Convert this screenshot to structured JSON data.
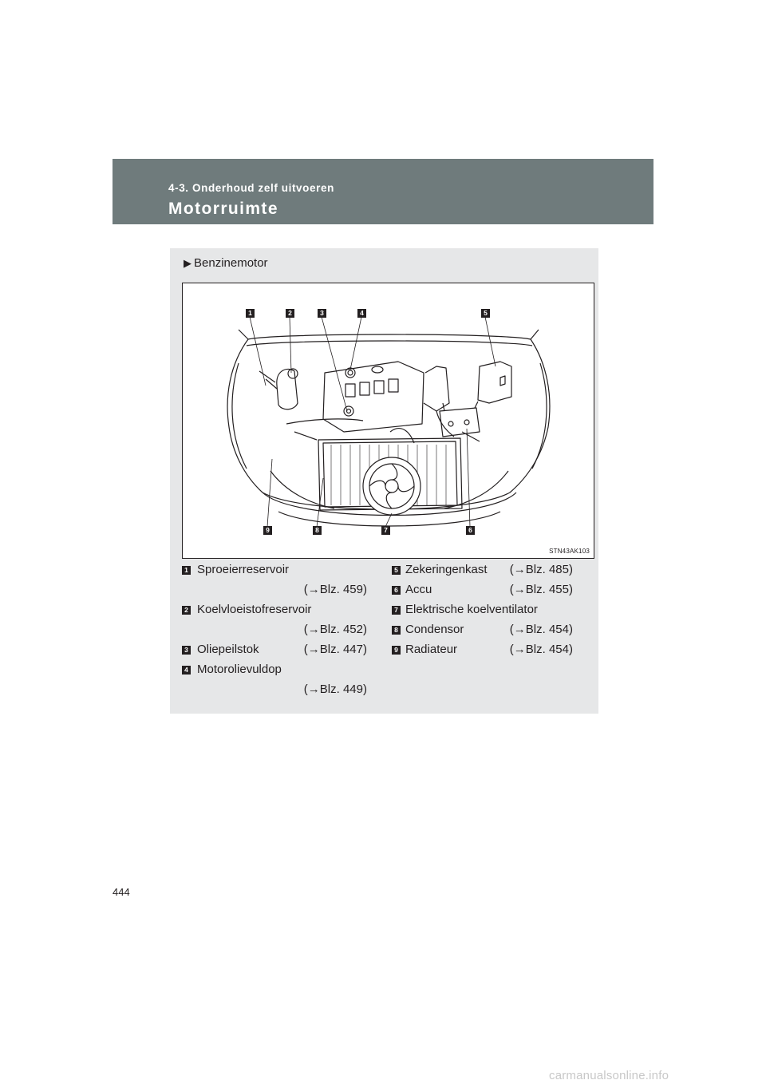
{
  "header": {
    "section": "4-3. Onderhoud zelf uitvoeren",
    "title": "Motorruimte"
  },
  "variant": "Benzinemotor",
  "figure": {
    "code": "STN43AK103",
    "callout_numbers": [
      "1",
      "2",
      "3",
      "4",
      "5",
      "9",
      "8",
      "7",
      "6"
    ]
  },
  "legend_left": [
    {
      "num": "1",
      "label": "Sproeierreservoir",
      "ref": "(→Blz. 459)"
    },
    {
      "num": "2",
      "label": "Koelvloeistofreservoir",
      "ref": "(→Blz. 452)"
    },
    {
      "num": "3",
      "label": "Oliepeilstok",
      "ref": "(→Blz. 447)"
    },
    {
      "num": "4",
      "label": "Motorolievuldop",
      "ref": "(→Blz. 449)"
    }
  ],
  "legend_right": [
    {
      "num": "5",
      "label": "Zekeringenkast",
      "ref": "(→Blz. 485)"
    },
    {
      "num": "6",
      "label": "Accu",
      "ref": "(→Blz. 455)"
    },
    {
      "num": "7",
      "label": "Elektrische koelventilator",
      "ref": ""
    },
    {
      "num": "8",
      "label": "Condensor",
      "ref": "(→Blz. 454)"
    },
    {
      "num": "9",
      "label": "Radiateur",
      "ref": "(→Blz. 454)"
    }
  ],
  "page_number": "444",
  "watermark": "carmanualsonline.info",
  "colors": {
    "header_bg": "#6f7b7c",
    "panel_bg": "#e6e7e8",
    "ink": "#231f20"
  }
}
